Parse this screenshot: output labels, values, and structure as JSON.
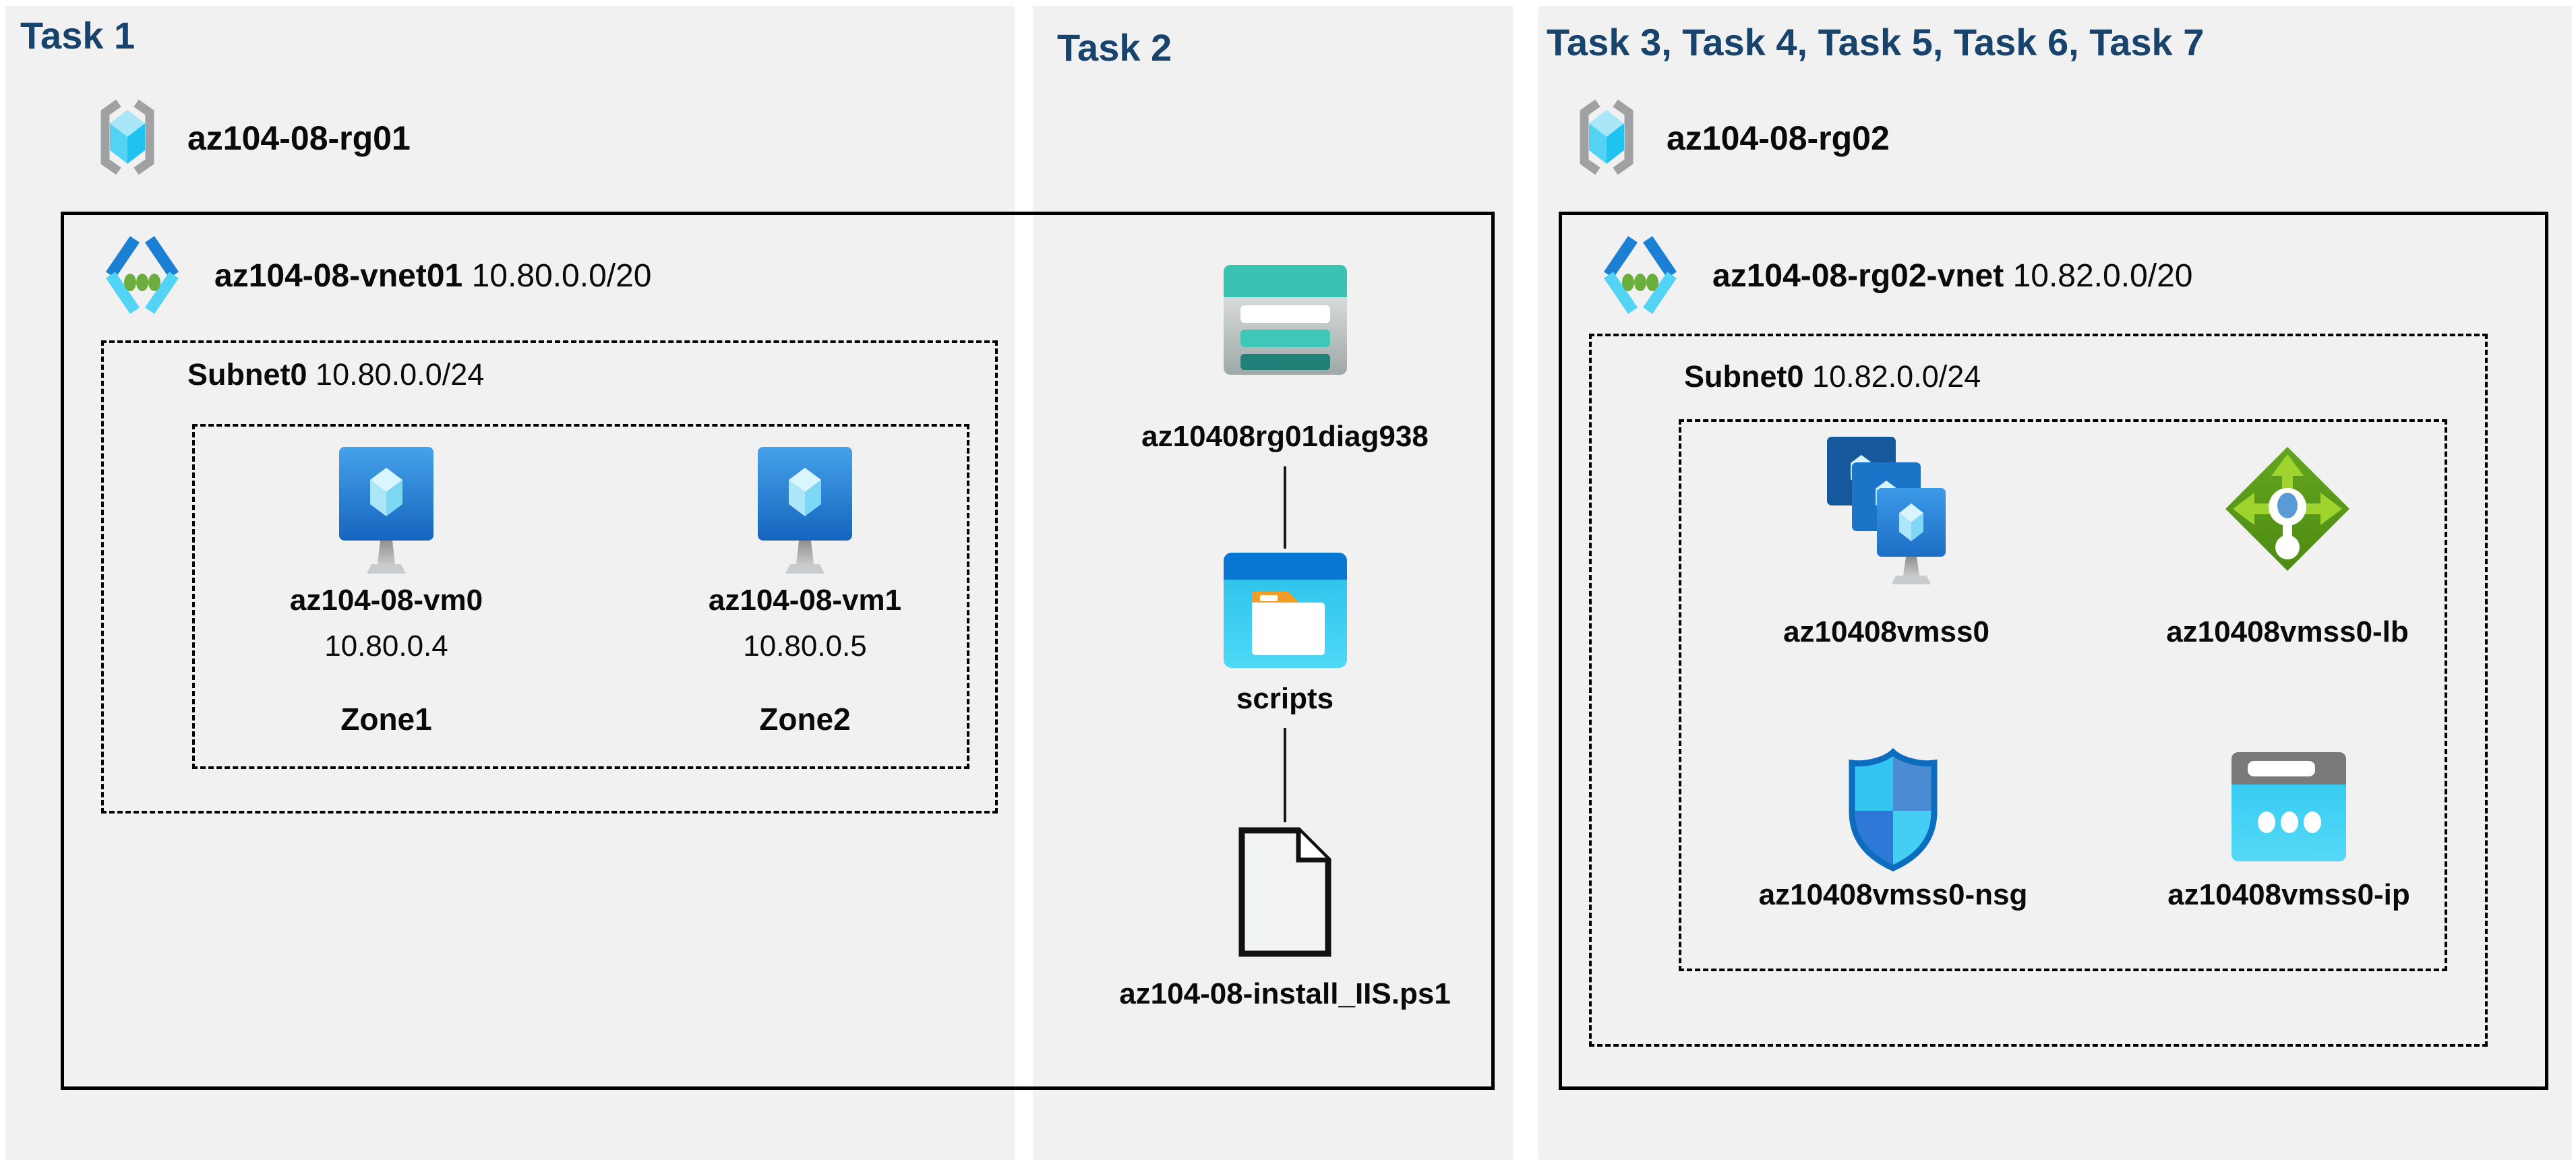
{
  "colors": {
    "page_background": "#ffffff",
    "panel_background": "#f1f1f2",
    "title_navy": "#17436C",
    "box_border": "#000000",
    "azure_blue": "#1B7FD4",
    "azure_cyan": "#53D4F5",
    "vm_blue_top": "#46A2E9",
    "vm_blue_bottom": "#1565BE",
    "storage_teal": "#3AC3B2",
    "storage_teal_dark": "#218077",
    "folder_header_blue": "#0877D3",
    "folder_orange": "#F29D25",
    "lb_green": "#5BA01B",
    "lb_green_light": "#9FD42F",
    "nsg_border_blue": "#0C6DBE",
    "ip_gray": "#7A7A7A",
    "dot_green": "#6CAE3E"
  },
  "tasks": {
    "task1": {
      "title": "Task 1",
      "resource_group": "az104-08-rg01",
      "vnet_name": "az104-08-vnet01",
      "vnet_cidr": "10.80.0.0/20",
      "subnet_name": "Subnet0",
      "subnet_cidr": "10.80.0.0/24",
      "vm0": {
        "name": "az104-08-vm0",
        "ip": "10.80.0.4",
        "zone": "Zone1"
      },
      "vm1": {
        "name": "az104-08-vm1",
        "ip": "10.80.0.5",
        "zone": "Zone2"
      }
    },
    "task2": {
      "title": "Task 2",
      "storage_account": "az10408rg01diag938",
      "folder": "scripts",
      "file": "az104-08-install_IIS.ps1"
    },
    "task3": {
      "title": "Task 3, Task 4, Task 5, Task 6, Task 7",
      "resource_group": "az104-08-rg02",
      "vnet_name": "az104-08-rg02-vnet",
      "vnet_cidr": "10.82.0.0/20",
      "subnet_name": "Subnet0",
      "subnet_cidr": "10.82.0.0/24",
      "vmss": "az10408vmss0",
      "load_balancer": "az10408vmss0-lb",
      "nsg": "az10408vmss0-nsg",
      "public_ip": "az10408vmss0-ip"
    }
  }
}
